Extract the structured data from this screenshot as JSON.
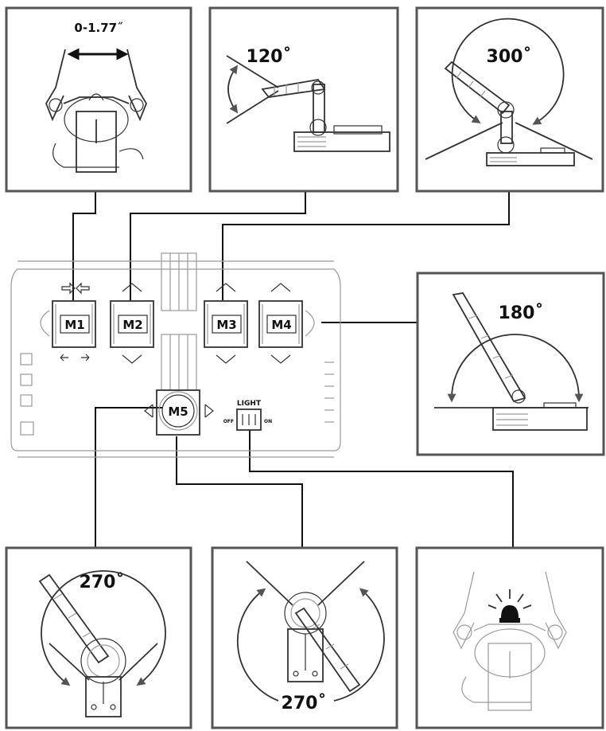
{
  "panels": {
    "gripper": {
      "angle": "0-1.77˝"
    },
    "wrist": {
      "angle": "120˚"
    },
    "elbow": {
      "angle": "300˚"
    },
    "shoulder": {
      "angle": "180˚"
    },
    "base_top": {
      "angle": "270˚"
    },
    "base_bottom": {
      "angle": "270˚"
    },
    "light": {}
  },
  "controller": {
    "motors": [
      "M1",
      "M2",
      "M3",
      "M4"
    ],
    "base_motor": "M5",
    "switch": {
      "title": "LIGHT",
      "off": "OFF",
      "on": "ON"
    }
  },
  "colors": {
    "line": "#111111",
    "panel_border": "#555555",
    "background": "#ffffff"
  }
}
